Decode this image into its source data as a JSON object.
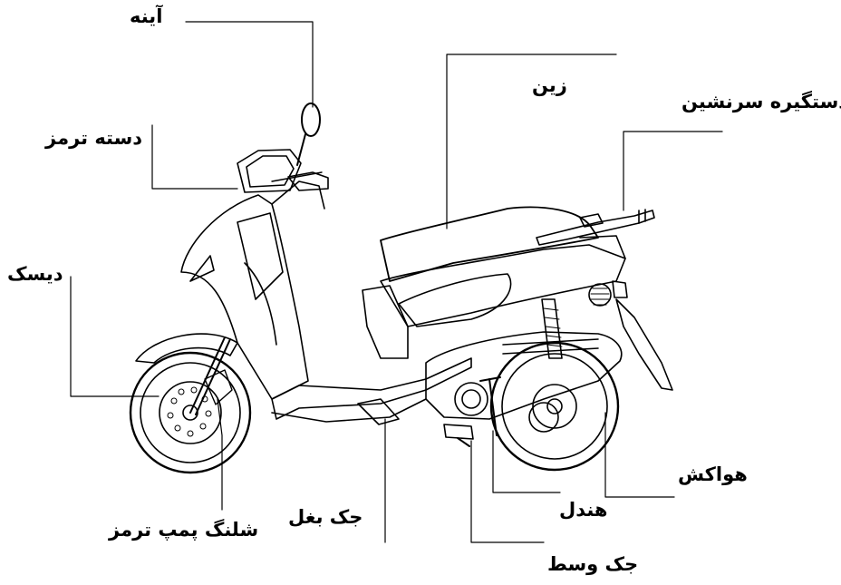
{
  "labels": {
    "mirror": "آینه",
    "brake_lever": "دسته ترمز",
    "disc": "دیسک",
    "brake_hose": "شلنگ پمپ ترمز",
    "side_stand": "جک بغل",
    "seat": "زین",
    "grab_rail": "دستگیره سرنشین",
    "air_intake": "هواکش",
    "kick_starter": "هندل",
    "center_stand": "جک وسط"
  },
  "colors": {
    "background": "#ffffff",
    "line": "#000000"
  }
}
